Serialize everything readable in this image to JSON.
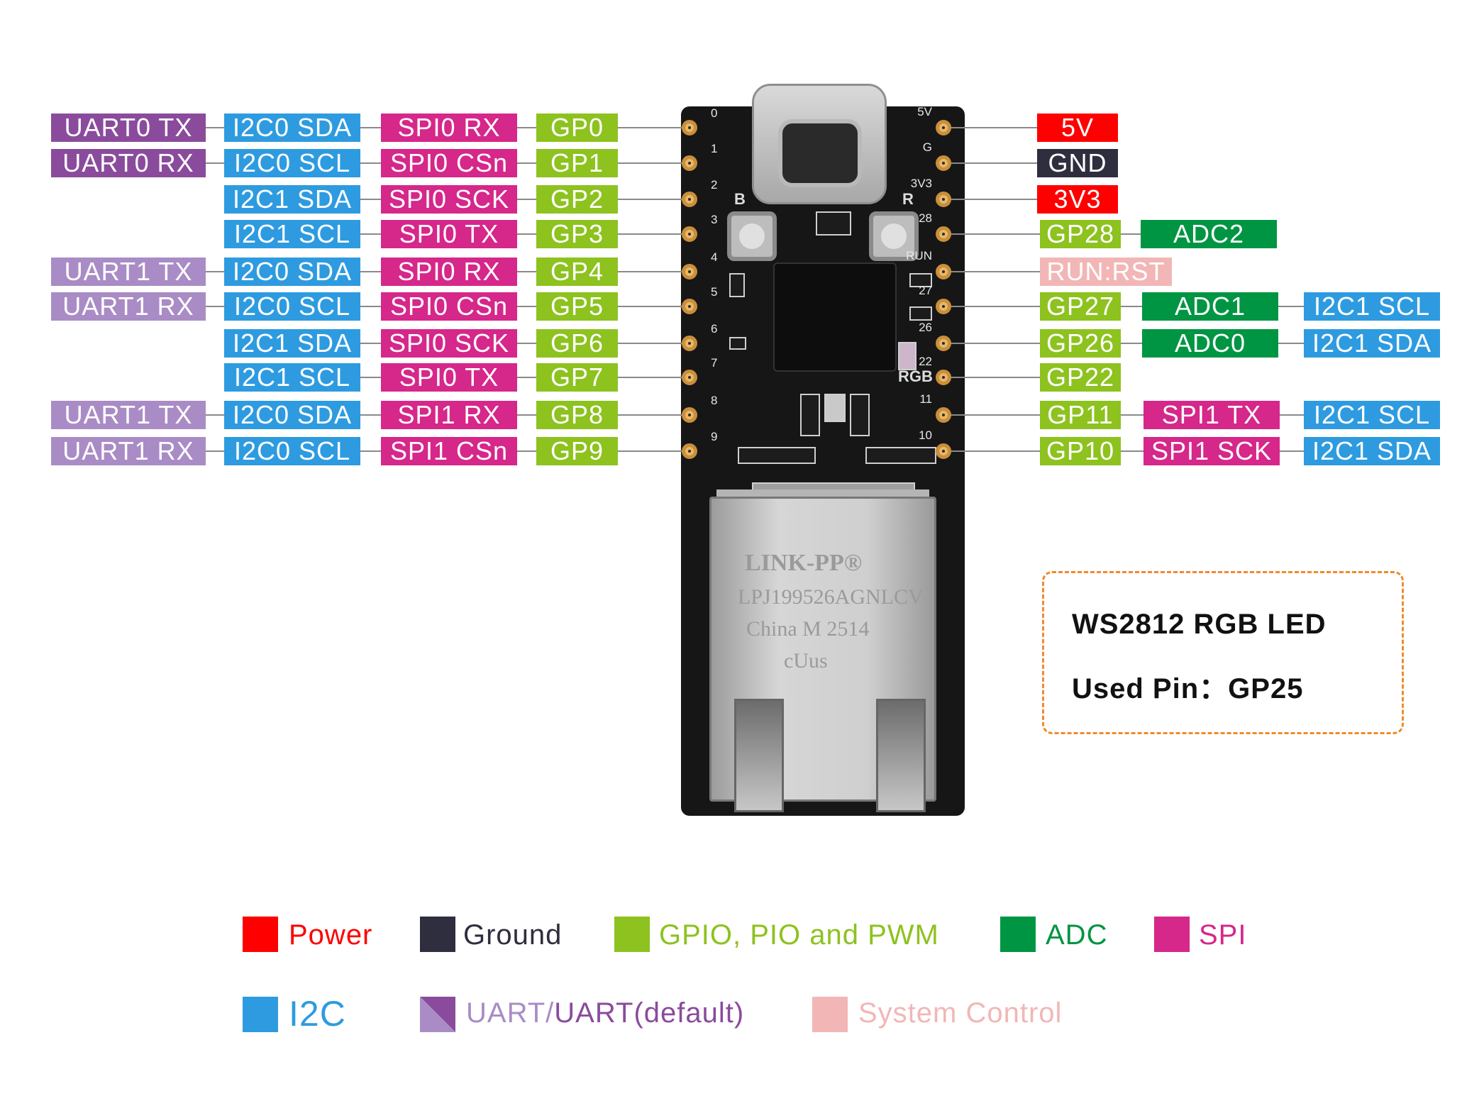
{
  "colors": {
    "power": "#ff0000",
    "ground": "#2e2e3e",
    "gpio": "#8dc21f",
    "adc": "#009543",
    "spi": "#d6278a",
    "i2c": "#2e9be0",
    "uart_default": "#8a4b9d",
    "uart": "#a98cc5",
    "system_control": "#f2b6b6"
  },
  "board": {
    "left_pin_numbers": [
      "0",
      "1",
      "2",
      "3",
      "4",
      "5",
      "6",
      "7",
      "8",
      "9"
    ],
    "right_pin_numbers": [
      "5V",
      "G",
      "3V3",
      "28",
      "RUN",
      "27",
      "26",
      "22",
      "11",
      "10"
    ],
    "silk_b": "B",
    "silk_r": "R",
    "silk_rgb": "RGB",
    "rj45_brand": "LINK-PP®",
    "rj45_model": "LPJ199526AGNLCV",
    "rj45_origin": "China M 2514",
    "rj45_cert": "cUus"
  },
  "left_rows": [
    {
      "labels": [
        {
          "text": "UART0 TX",
          "type": "uart_default"
        },
        {
          "text": "I2C0 SDA",
          "type": "i2c"
        },
        {
          "text": "SPI0 RX",
          "type": "spi"
        },
        {
          "text": "GP0",
          "type": "gpio"
        }
      ]
    },
    {
      "labels": [
        {
          "text": "UART0 RX",
          "type": "uart_default"
        },
        {
          "text": "I2C0 SCL",
          "type": "i2c"
        },
        {
          "text": "SPI0 CSn",
          "type": "spi"
        },
        {
          "text": "GP1",
          "type": "gpio"
        }
      ]
    },
    {
      "labels": [
        {
          "text": "",
          "type": ""
        },
        {
          "text": "I2C1 SDA",
          "type": "i2c"
        },
        {
          "text": "SPI0 SCK",
          "type": "spi"
        },
        {
          "text": "GP2",
          "type": "gpio"
        }
      ]
    },
    {
      "labels": [
        {
          "text": "",
          "type": ""
        },
        {
          "text": "I2C1 SCL",
          "type": "i2c"
        },
        {
          "text": "SPI0 TX",
          "type": "spi"
        },
        {
          "text": "GP3",
          "type": "gpio"
        }
      ]
    },
    {
      "labels": [
        {
          "text": "UART1 TX",
          "type": "uart"
        },
        {
          "text": "I2C0 SDA",
          "type": "i2c"
        },
        {
          "text": "SPI0 RX",
          "type": "spi"
        },
        {
          "text": "GP4",
          "type": "gpio"
        }
      ]
    },
    {
      "labels": [
        {
          "text": "UART1 RX",
          "type": "uart"
        },
        {
          "text": "I2C0 SCL",
          "type": "i2c"
        },
        {
          "text": "SPI0 CSn",
          "type": "spi"
        },
        {
          "text": "GP5",
          "type": "gpio"
        }
      ]
    },
    {
      "labels": [
        {
          "text": "",
          "type": ""
        },
        {
          "text": "I2C1 SDA",
          "type": "i2c"
        },
        {
          "text": "SPI0 SCK",
          "type": "spi"
        },
        {
          "text": "GP6",
          "type": "gpio"
        }
      ]
    },
    {
      "labels": [
        {
          "text": "",
          "type": ""
        },
        {
          "text": "I2C1 SCL",
          "type": "i2c"
        },
        {
          "text": "SPI0 TX",
          "type": "spi"
        },
        {
          "text": "GP7",
          "type": "gpio"
        }
      ]
    },
    {
      "labels": [
        {
          "text": "UART1 TX",
          "type": "uart"
        },
        {
          "text": "I2C0 SDA",
          "type": "i2c"
        },
        {
          "text": "SPI1 RX",
          "type": "spi"
        },
        {
          "text": "GP8",
          "type": "gpio"
        }
      ]
    },
    {
      "labels": [
        {
          "text": "UART1 RX",
          "type": "uart"
        },
        {
          "text": "I2C0 SCL",
          "type": "i2c"
        },
        {
          "text": "SPI1 CSn",
          "type": "spi"
        },
        {
          "text": "GP9",
          "type": "gpio"
        }
      ]
    }
  ],
  "right_rows": [
    {
      "labels": [
        {
          "text": "5V",
          "type": "power"
        },
        {
          "text": "",
          "type": ""
        },
        {
          "text": "",
          "type": ""
        }
      ]
    },
    {
      "labels": [
        {
          "text": "GND",
          "type": "ground"
        },
        {
          "text": "",
          "type": ""
        },
        {
          "text": "",
          "type": ""
        }
      ]
    },
    {
      "labels": [
        {
          "text": "3V3",
          "type": "power"
        },
        {
          "text": "",
          "type": ""
        },
        {
          "text": "",
          "type": ""
        }
      ]
    },
    {
      "labels": [
        {
          "text": "GP28",
          "type": "gpio"
        },
        {
          "text": "ADC2",
          "type": "adc"
        },
        {
          "text": "",
          "type": ""
        }
      ]
    },
    {
      "labels": [
        {
          "text": "RUN:RST",
          "type": "system_control"
        },
        {
          "text": "",
          "type": ""
        },
        {
          "text": "",
          "type": ""
        }
      ]
    },
    {
      "labels": [
        {
          "text": "GP27",
          "type": "gpio"
        },
        {
          "text": "ADC1",
          "type": "adc"
        },
        {
          "text": "I2C1 SCL",
          "type": "i2c"
        }
      ]
    },
    {
      "labels": [
        {
          "text": "GP26",
          "type": "gpio"
        },
        {
          "text": "ADC0",
          "type": "adc"
        },
        {
          "text": "I2C1 SDA",
          "type": "i2c"
        }
      ]
    },
    {
      "labels": [
        {
          "text": "GP22",
          "type": "gpio"
        },
        {
          "text": "",
          "type": ""
        },
        {
          "text": "",
          "type": ""
        }
      ]
    },
    {
      "labels": [
        {
          "text": "GP11",
          "type": "gpio"
        },
        {
          "text": "SPI1 TX",
          "type": "spi"
        },
        {
          "text": "I2C1 SCL",
          "type": "i2c"
        }
      ]
    },
    {
      "labels": [
        {
          "text": "GP10",
          "type": "gpio"
        },
        {
          "text": "SPI1 SCK",
          "type": "spi"
        },
        {
          "text": "I2C1 SDA",
          "type": "i2c"
        }
      ]
    }
  ],
  "led_note": {
    "line1": "WS2812 RGB LED",
    "line2": "Used Pin：GP25"
  },
  "legend": {
    "row1": [
      {
        "text": "Power",
        "type": "power"
      },
      {
        "text": "Ground",
        "type": "ground"
      },
      {
        "text": "GPIO, PIO and PWM",
        "type": "gpio"
      },
      {
        "text": "ADC",
        "type": "adc"
      },
      {
        "text": "SPI",
        "type": "spi"
      }
    ],
    "row2": {
      "i2c": "I2C",
      "uart_part1": "UART/",
      "uart_part2": "UART(default)",
      "system_control": "System Control"
    }
  }
}
